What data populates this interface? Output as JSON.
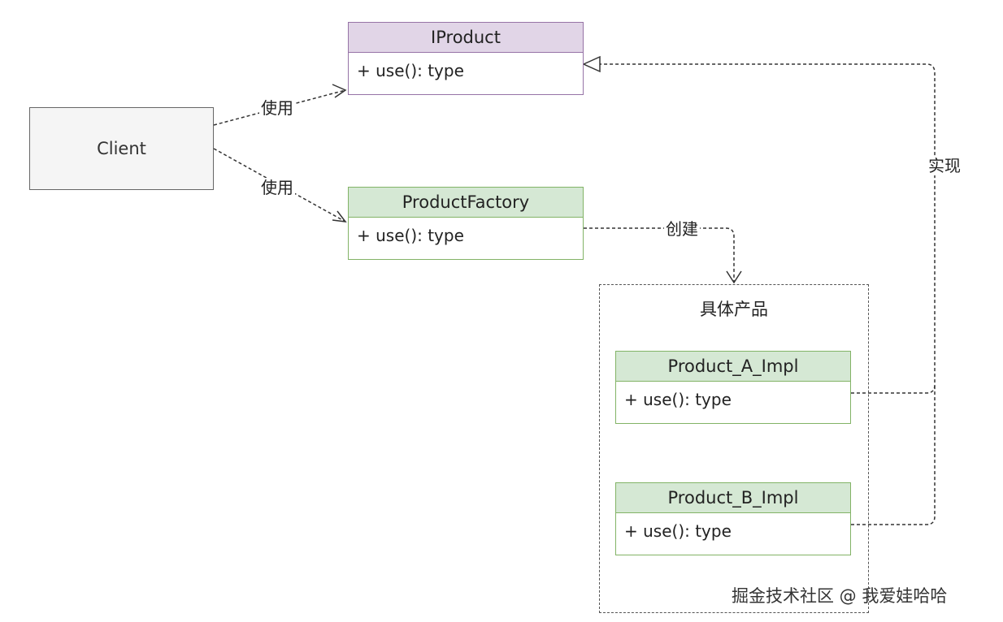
{
  "nodes": {
    "client": {
      "label": "Client"
    },
    "iproduct": {
      "title": "IProduct",
      "member": "+ use(): type"
    },
    "factory": {
      "title": "ProductFactory",
      "member": "+ use(): type"
    },
    "group": {
      "title": "具体产品"
    },
    "product_a": {
      "title": "Product_A_Impl",
      "member": "+ use(): type"
    },
    "product_b": {
      "title": "Product_B_Impl",
      "member": "+ use(): type"
    }
  },
  "edges": {
    "client_iproduct": "使用",
    "client_factory": "使用",
    "factory_group": "创建",
    "implements": "实现"
  },
  "watermark": "掘金技术社区 @ 我爱娃哈哈",
  "colors": {
    "interface_fill": "#e1d5e7",
    "interface_stroke": "#9673a6",
    "class_fill": "#d5e8d4",
    "class_stroke": "#82b366",
    "client_fill": "#f5f5f5"
  }
}
